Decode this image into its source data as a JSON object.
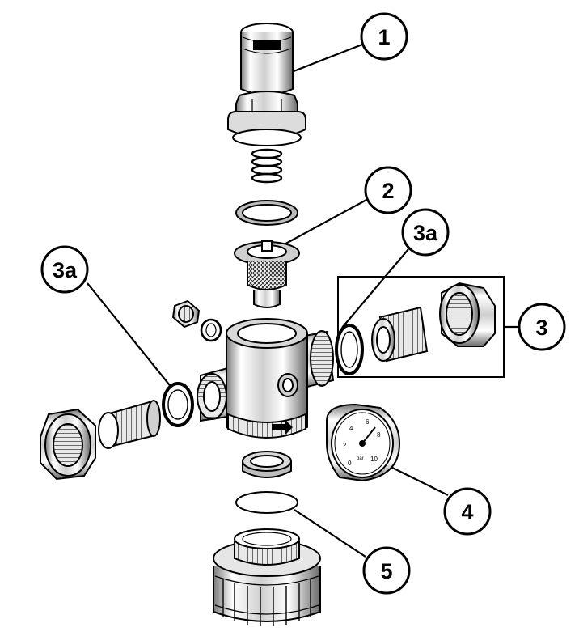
{
  "callouts": {
    "c1": "1",
    "c2": "2",
    "c3a_right": "3a",
    "c3a_left": "3a",
    "c3": "3",
    "c4": "4",
    "c5": "5"
  },
  "gauge": {
    "ticks": [
      "0",
      "2",
      "4",
      "6",
      "8",
      "10"
    ],
    "unit": "bar"
  },
  "knob_number": "4",
  "colors": {
    "ink": "#000000",
    "paper": "#ffffff",
    "shade_light": "#e6e6e6",
    "shade_mid": "#bdbdbd",
    "shade_dark": "#5a5a5a"
  }
}
